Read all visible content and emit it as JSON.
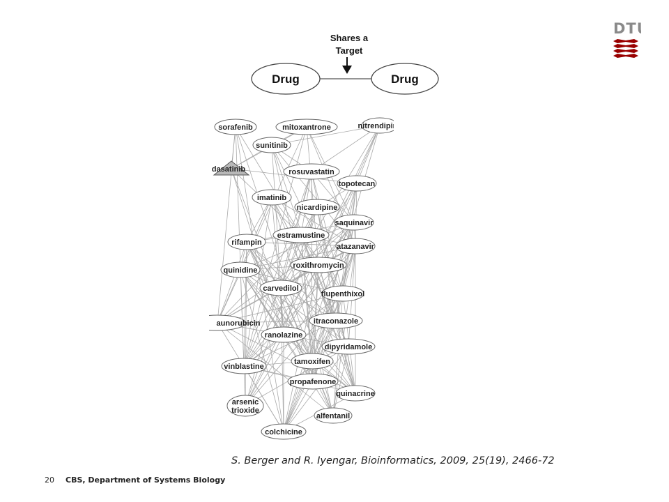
{
  "legend": {
    "edge_label_line1": "Shares a",
    "edge_label_line2": "Target",
    "node_left": "Drug",
    "node_right": "Drug"
  },
  "network": {
    "nodes": [
      {
        "id": "sorafenib",
        "label": "sorafenib"
      },
      {
        "id": "mitoxantrone",
        "label": "mitoxantrone"
      },
      {
        "id": "nitrendipine",
        "label": "nitrendipine"
      },
      {
        "id": "sunitinib",
        "label": "sunitinib"
      },
      {
        "id": "dasatinib",
        "label": "dasatinib",
        "shape": "triangle"
      },
      {
        "id": "rosuvastatin",
        "label": "rosuvastatin"
      },
      {
        "id": "topotecan",
        "label": "topotecan"
      },
      {
        "id": "imatinib",
        "label": "imatinib"
      },
      {
        "id": "nicardipine",
        "label": "nicardipine"
      },
      {
        "id": "saquinavir",
        "label": "saquinavir"
      },
      {
        "id": "estramustine",
        "label": "estramustine"
      },
      {
        "id": "rifampin",
        "label": "rifampin"
      },
      {
        "id": "atazanavir",
        "label": "atazanavir"
      },
      {
        "id": "roxithromycin",
        "label": "roxithromycin"
      },
      {
        "id": "quinidine",
        "label": "quinidine"
      },
      {
        "id": "carvedilol",
        "label": "carvedilol"
      },
      {
        "id": "flupenthixol",
        "label": "flupenthixol"
      },
      {
        "id": "daunorubicin",
        "label": "aunorubicin"
      },
      {
        "id": "itraconazole",
        "label": "itraconazole"
      },
      {
        "id": "ranolazine",
        "label": "ranolazine"
      },
      {
        "id": "dipyridamole",
        "label": "dipyridamole"
      },
      {
        "id": "vinblastine",
        "label": "vinblastine"
      },
      {
        "id": "tamoxifen",
        "label": "tamoxifen"
      },
      {
        "id": "propafenone",
        "label": "propafenone"
      },
      {
        "id": "quinacrine",
        "label": "quinacrine"
      },
      {
        "id": "arsenic_trioxide",
        "label": "arsenic",
        "label2": "trioxide"
      },
      {
        "id": "alfentanil",
        "label": "alfentanil"
      },
      {
        "id": "colchicine",
        "label": "colchicine"
      }
    ]
  },
  "citation": "S. Berger and R. Iyengar, Bioinformatics, 2009, 25(19), 2466-72",
  "footer": {
    "page_number": "20",
    "organization": "CBS, Department of Systems Biology"
  },
  "logo": {
    "text": "DTU",
    "color": "#990000"
  }
}
